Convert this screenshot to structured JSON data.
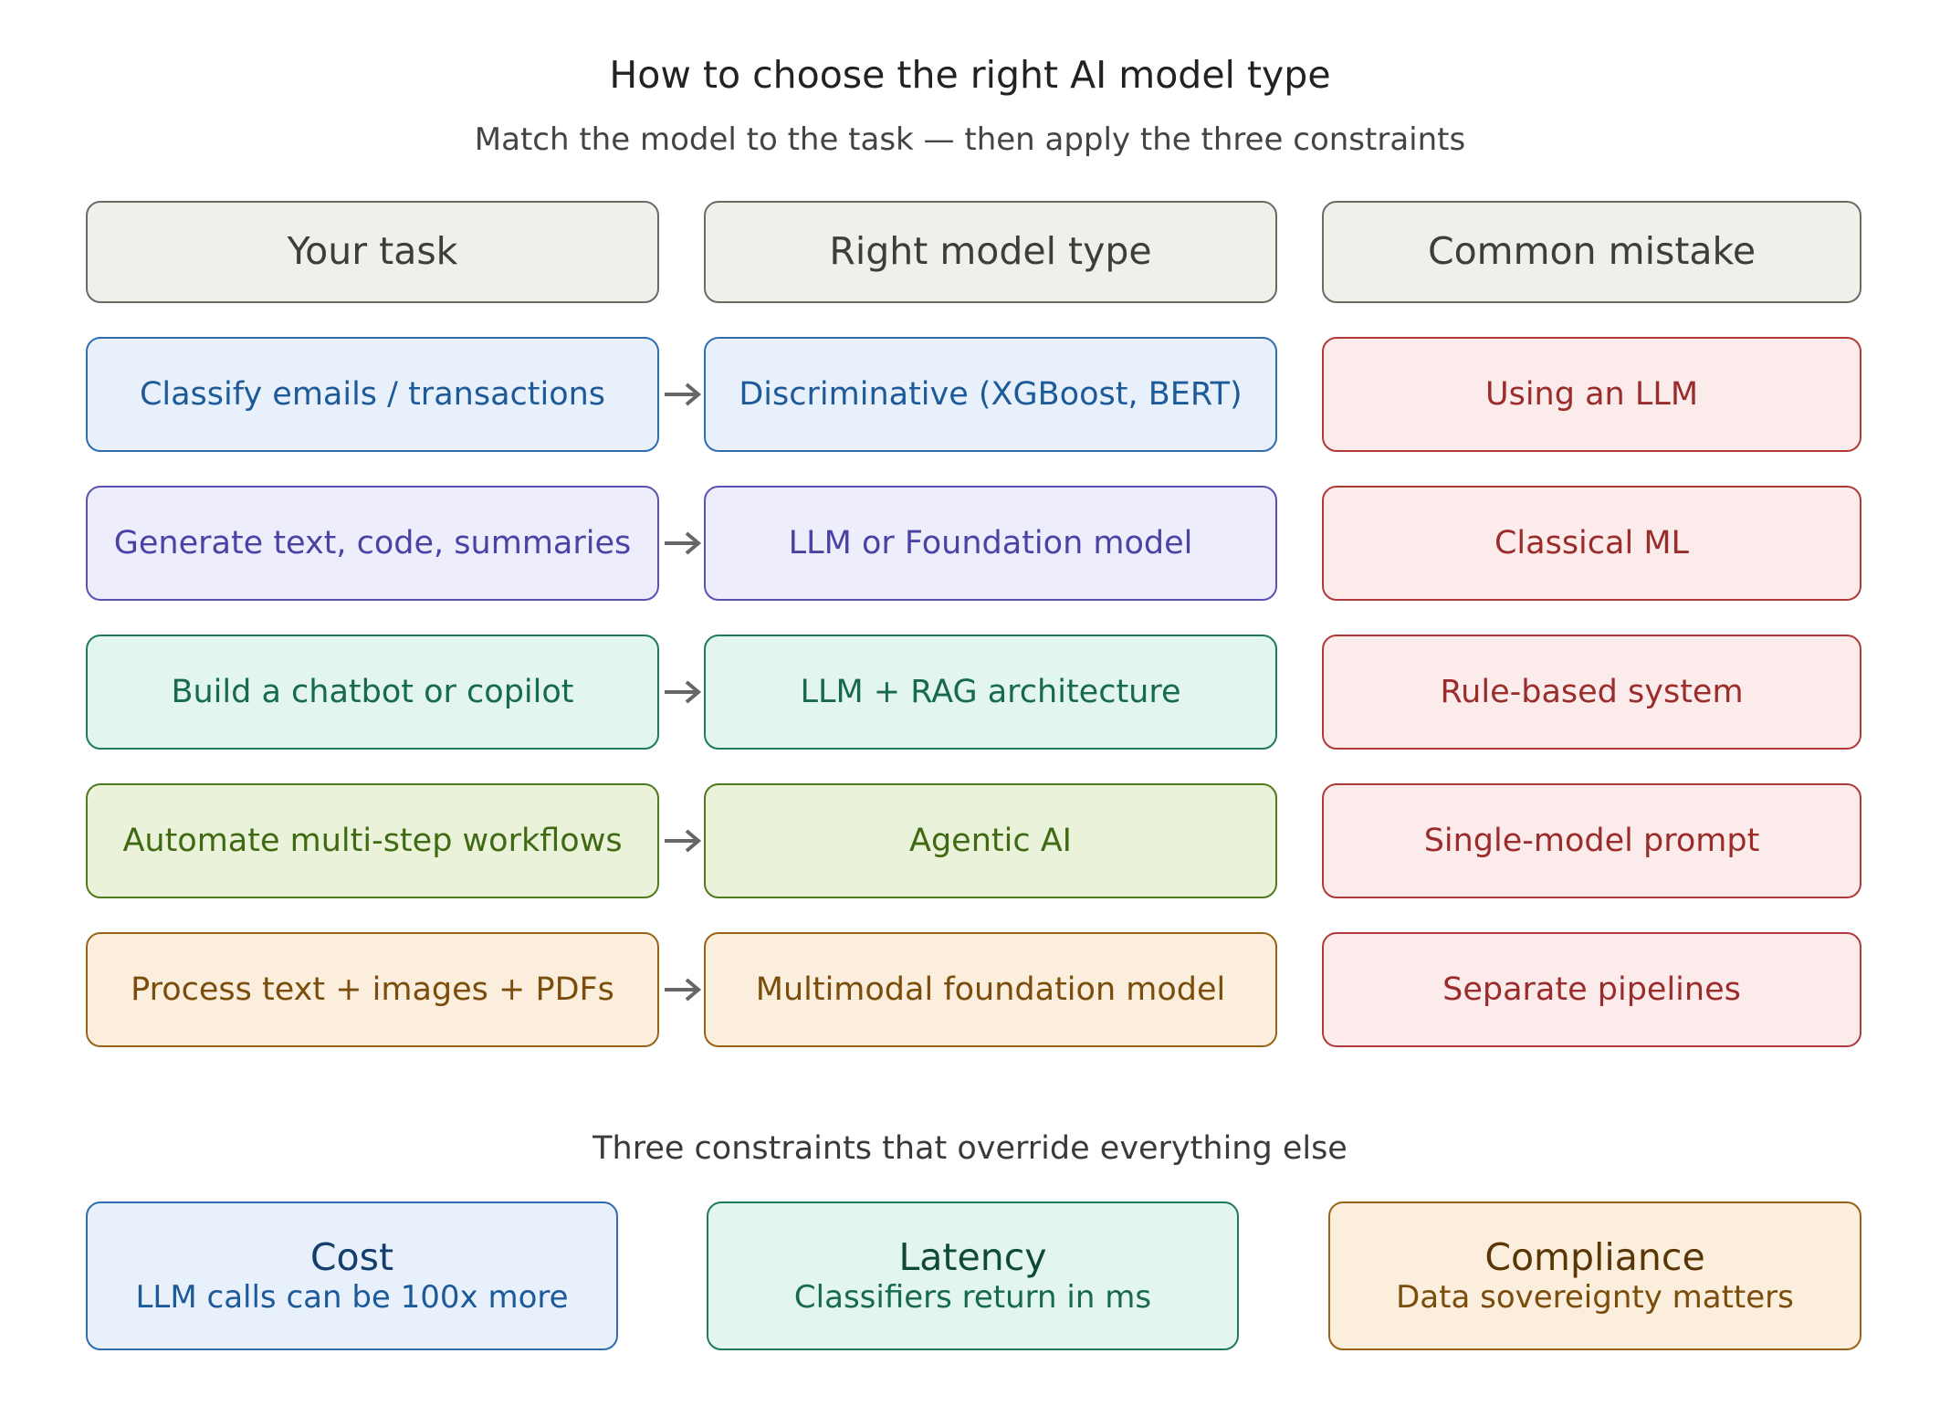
{
  "title": "How to choose the right AI model type",
  "subtitle": "Match the model to the task — then apply the three constraints",
  "headers": [
    "Your task",
    "Right model type",
    "Common mistake"
  ],
  "rows": [
    {
      "task": "Classify emails / transactions",
      "model": "Discriminative (XGBoost, BERT)",
      "mistake": "Using an LLM",
      "color": "#2f6db0"
    },
    {
      "task": "Generate text, code, summaries",
      "model": "LLM or Foundation model",
      "mistake": "Classical ML",
      "color": "#5a52b3"
    },
    {
      "task": "Build a chatbot or copilot",
      "model": "LLM + RAG architecture",
      "mistake": "Rule-based system",
      "color": "#1f7a5c"
    },
    {
      "task": "Automate multi-step workflows",
      "model": "Agentic AI",
      "mistake": "Single-model prompt",
      "color": "#4f7a1f"
    },
    {
      "task": "Process text + images + PDFs",
      "model": "Multimodal foundation model",
      "mistake": "Separate pipelines",
      "color": "#9a6214"
    }
  ],
  "mistake_color": "#b03a3a",
  "constraints_title": "Three constraints that override everything else",
  "constraints": [
    {
      "title": "Cost",
      "desc": "LLM calls can be 100x more",
      "color": "#2f6db0"
    },
    {
      "title": "Latency",
      "desc": "Classifiers return in ms",
      "color": "#1f7a5c"
    },
    {
      "title": "Compliance",
      "desc": "Data sovereignty matters",
      "color": "#9a6214"
    }
  ]
}
